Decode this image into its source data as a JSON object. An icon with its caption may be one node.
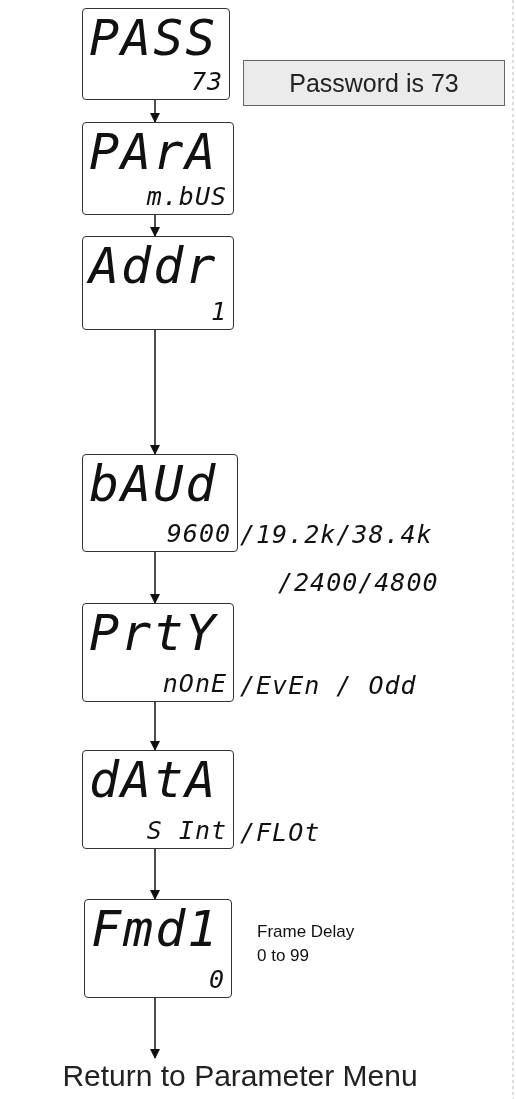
{
  "diagram": {
    "nodes": [
      {
        "text": [
          "PASS",
          "73"
        ]
      },
      {
        "text": [
          "Password is 73"
        ]
      },
      {
        "text": [
          "PArA",
          "m.bUS"
        ]
      },
      {
        "text": [
          "Addr",
          "1"
        ]
      },
      {
        "text": [
          "bAUd",
          "9600"
        ],
        "beside": [
          "/19.2k/38.4k",
          "/2400/4800"
        ]
      },
      {
        "text": [
          "PrtY",
          "nOnE"
        ],
        "beside": [
          "/EvEn / Odd"
        ]
      },
      {
        "text": [
          "dAtA",
          "S Int"
        ],
        "beside": [
          "/FLOt"
        ]
      },
      {
        "text": [
          "Fmd1",
          "0"
        ],
        "beside": [
          "Frame Delay 0 to 99"
        ]
      },
      {
        "text": [
          "Return to Parameter Menu"
        ]
      }
    ],
    "edges": [
      {
        "from": 0,
        "to": 2,
        "arrow": "to"
      },
      {
        "from": 2,
        "to": 3,
        "arrow": "to"
      },
      {
        "from": 3,
        "to": 4,
        "arrow": "to"
      },
      {
        "from": 4,
        "to": 5,
        "arrow": "to"
      },
      {
        "from": 5,
        "to": 6,
        "arrow": "to"
      },
      {
        "from": 6,
        "to": 7,
        "arrow": "to"
      },
      {
        "from": 7,
        "to": 8,
        "arrow": "to"
      }
    ]
  }
}
